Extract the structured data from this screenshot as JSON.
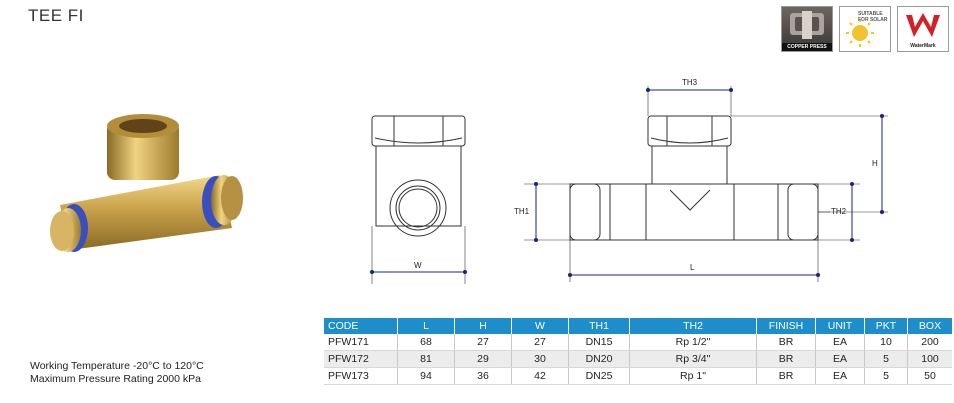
{
  "title": "TEE FI",
  "badges": [
    {
      "icon": "copper-press-icon",
      "label": "COPPER PRESS"
    },
    {
      "icon": "sun-icon",
      "label": "SUITABLE FOR SOLAR"
    },
    {
      "icon": "watermark-icon",
      "label": "WaterMark"
    }
  ],
  "drawing_labels": {
    "w": "W",
    "th1": "TH1",
    "th2": "TH2",
    "th3": "TH3",
    "h": "H",
    "l": "L"
  },
  "specs": {
    "line1": "Working Temperature  -20°C to 120°C",
    "line2": "Maximum Pressure Rating  2000 kPa"
  },
  "table": {
    "headers": [
      "CODE",
      "L",
      "H",
      "W",
      "TH1",
      "TH2",
      "FINISH",
      "UNIT",
      "PKT",
      "BOX"
    ],
    "rows": [
      [
        "PFW171",
        "68",
        "27",
        "27",
        "DN15",
        "Rp 1/2\"",
        "BR",
        "EA",
        "10",
        "200"
      ],
      [
        "PFW172",
        "81",
        "29",
        "30",
        "DN20",
        "Rp 3/4\"",
        "BR",
        "EA",
        "5",
        "100"
      ],
      [
        "PFW173",
        "94",
        "36",
        "42",
        "DN25",
        "Rp 1\"",
        "BR",
        "EA",
        "5",
        "50"
      ]
    ]
  },
  "colors": {
    "header_blue": "#1d8ec9",
    "dimension_blue": "#1a237e",
    "brass": "#c9a24a",
    "ring_blue": "#3a4fbf",
    "watermark_red": "#d32027"
  }
}
